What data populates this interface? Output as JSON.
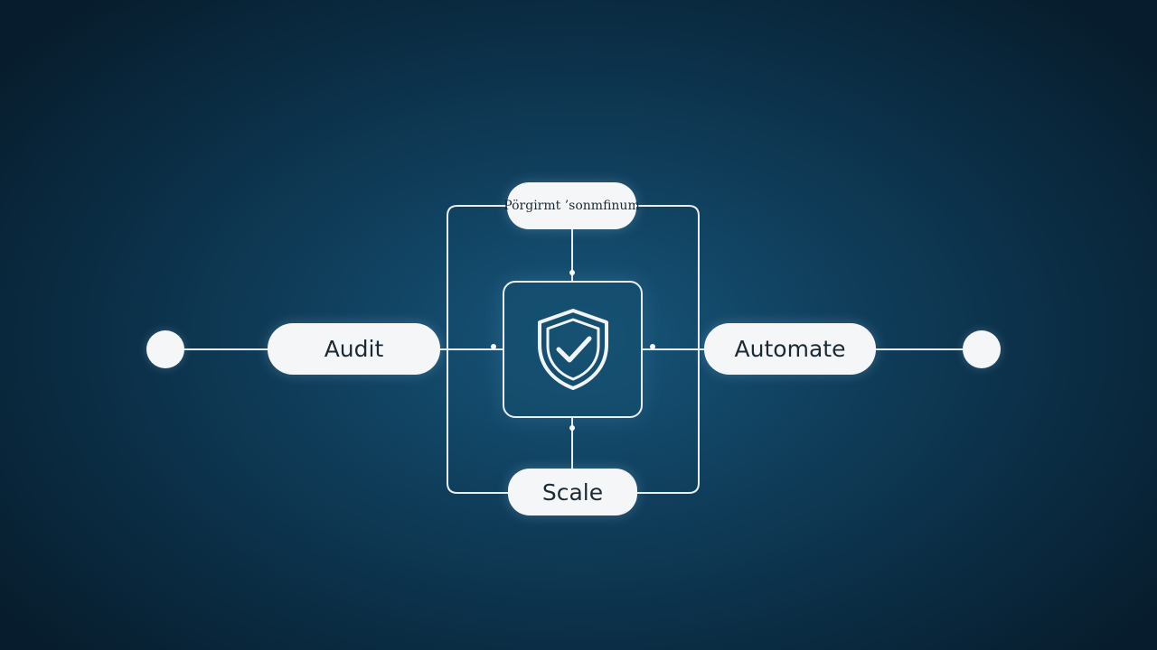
{
  "diagram": {
    "nodes": {
      "top_label": "Pörgirmt ’sonmfinum",
      "left_label": "Audit",
      "right_label": "Automate",
      "bottom_label": "Scale"
    },
    "center_icon": "shield-check-icon",
    "colors": {
      "background": "#0f3d5a",
      "pill_fill": "#f5f6f7",
      "text": "#1b2b36",
      "line": "#e9eef2"
    }
  }
}
